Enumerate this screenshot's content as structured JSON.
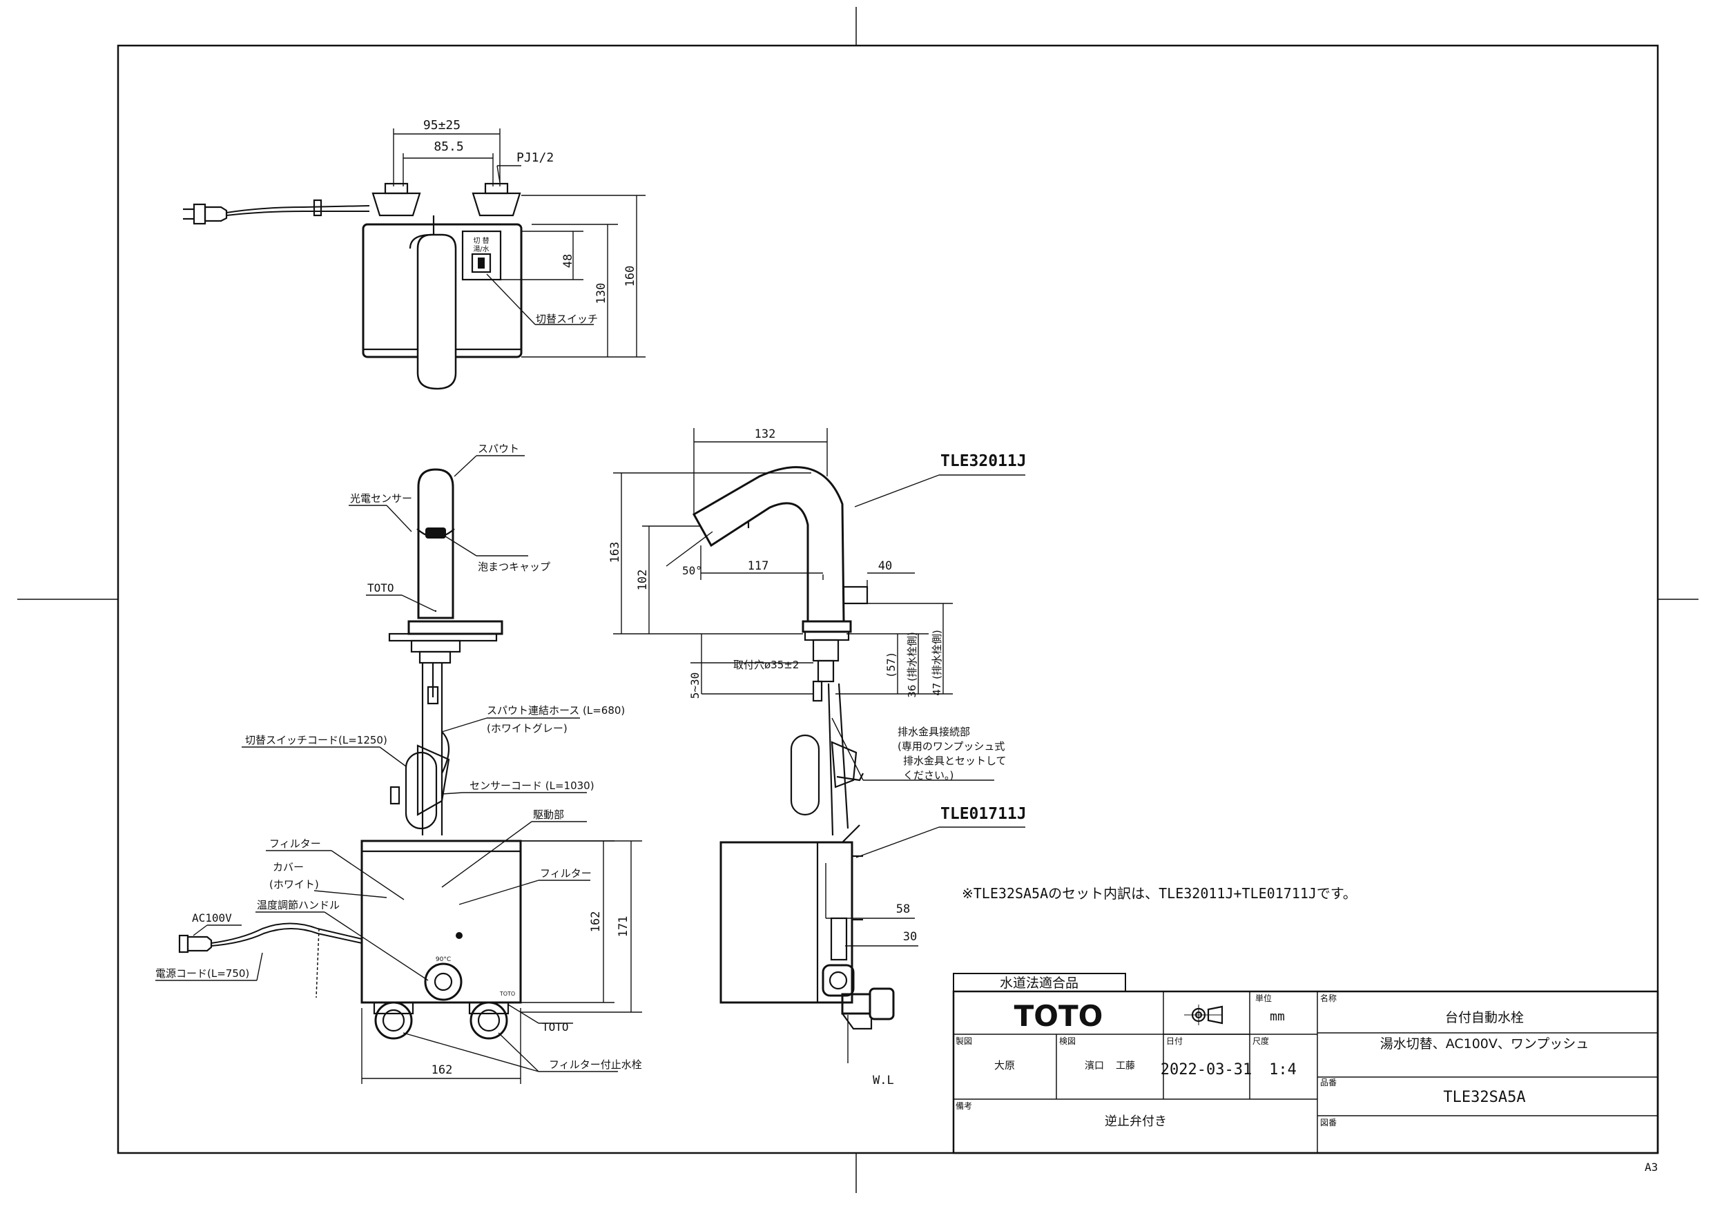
{
  "top_view": {
    "dim_95": "95±25",
    "dim_85": "85.5",
    "dim_pj": "PJ1/2",
    "dim_48": "48",
    "dim_130": "130",
    "dim_160": "160",
    "label_switch": "切替スイッチ"
  },
  "front_view": {
    "label_spout": "スパウト",
    "label_sensor": "光電センサー",
    "label_cap": "泡まつキャップ",
    "label_toto": "TOTO",
    "label_hose": "スパウト連結ホース (L=680)",
    "label_hose_color": "(ホワイトグレー)",
    "label_switch_cord": "切替スイッチコード(L=1250)",
    "label_sensor_cord": "センサーコード (L=1030)",
    "label_drive": "駆動部",
    "label_filter1": "フィルター",
    "label_cover": "カバー",
    "label_cover_color": "(ホワイト)",
    "label_filter2": "フィルター",
    "label_temp": "温度調節ハンドル",
    "label_ac": "AC100V",
    "label_power": "電源コード(L=750)",
    "label_toto2": "TOTO",
    "label_valve": "フィルター付止水栓",
    "dim_162w": "162",
    "dim_162h": "162",
    "dim_171": "171"
  },
  "side_view": {
    "dim_132": "132",
    "model_spout": "TLE32011J",
    "dim_163": "163",
    "dim_102": "102",
    "dim_50": "50°",
    "dim_117": "117",
    "dim_40": "40",
    "dim_hole": "取付穴ø35±2",
    "dim_5_30": "5~30",
    "dim_57": "(57)",
    "dim_36": "36 (排水栓側)",
    "dim_47": "47 (排水栓側)",
    "drain_note": [
      "排水金具接続部",
      "(専用のワンプッシュ式",
      "排水金具とセットして",
      "ください。)"
    ],
    "model_unit": "TLE01711J",
    "dim_58": "58",
    "dim_30": "30",
    "wl": "W.L"
  },
  "set_note": "※TLE32SA5Aのセット内訳は、TLE32011J+TLE01711Jです。",
  "title_block": {
    "compliance": "水道法適合品",
    "brand": "TOTO",
    "unit_label": "単位",
    "unit": "mm",
    "name_label": "名称",
    "name": "台付自動水栓",
    "spec": "湯水切替、AC100V、ワンプッシュ",
    "drawn_label": "製図",
    "drawn": "大原",
    "checked_label": "検図",
    "checked_1": "濱口",
    "checked_2": "工藤",
    "date_label": "日付",
    "date": "2022-03-31",
    "scale_label": "尺度",
    "scale": "1:4",
    "model_label": "品番",
    "model": "TLE32SA5A",
    "remarks_label": "備考",
    "remarks": "逆止弁付き",
    "drawing_no_label": "図番"
  },
  "sheet_size": "A3"
}
